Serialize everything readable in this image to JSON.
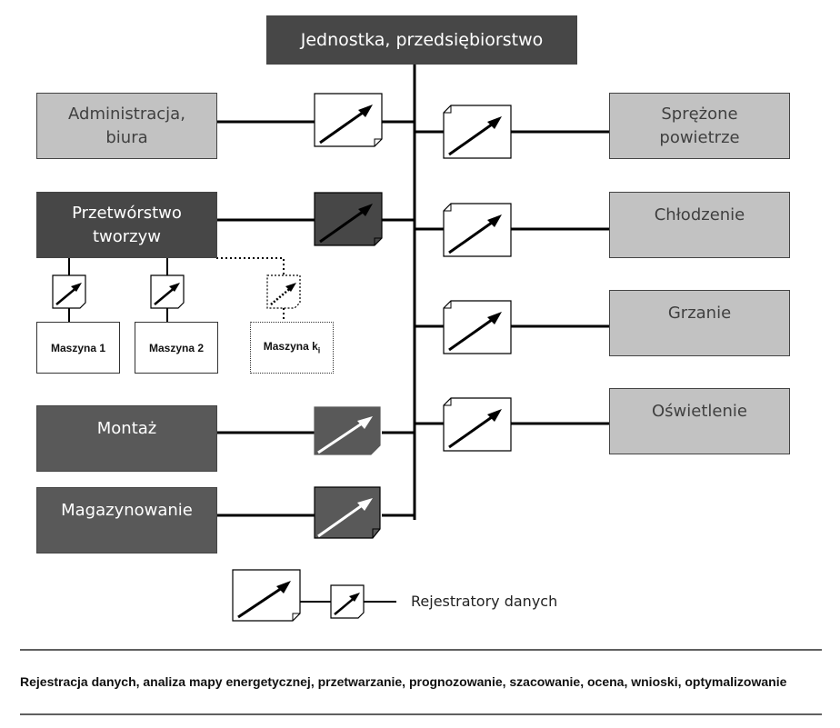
{
  "top": {
    "label": "Jednostka, przedsiębiorstwo"
  },
  "left": {
    "administracja": "Administracja,\nbiura",
    "przetworstwo": "Przetwórstwo\ntworzyw",
    "montaz": "Montaż",
    "magazynowanie": "Magazynowanie"
  },
  "machines": {
    "m1": "Maszyna 1",
    "m2": "Maszyna 2",
    "mk": "Maszyna k",
    "mk_sub": "i"
  },
  "right": {
    "sprezone": "Sprężone\npowietrze",
    "chlodzenie": "Chłodzenie",
    "grzanie": "Grzanie",
    "oswietlenie": "Oświetlenie"
  },
  "legend": {
    "label": "Rejestratory danych"
  },
  "footer": {
    "text": "Rejestracja danych, analiza mapy energetycznej, przetwarzanie, prognozowanie, szacowanie, ocena, wnioski, optymalizowanie"
  },
  "colors": {
    "dark_box": "#595959",
    "darker_box": "#474747",
    "light_box": "#c2c2c2",
    "line": "#000000"
  },
  "icons": {
    "recorder": "data-recorder-icon"
  }
}
